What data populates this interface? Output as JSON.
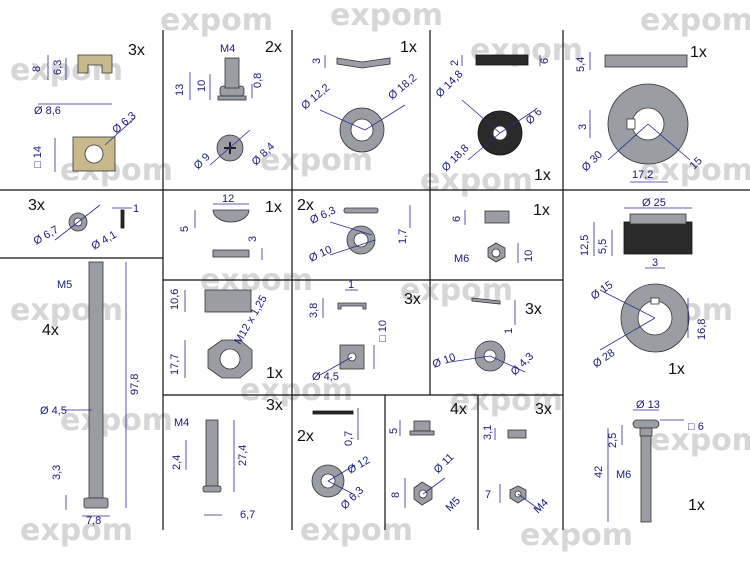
{
  "watermark": {
    "text": "expom"
  },
  "cells": [
    {
      "id": "c1",
      "qty": "3x",
      "dims": [
        "8",
        "6,3",
        "Ø 8,6",
        "Ø 6,3",
        "□ 14"
      ]
    },
    {
      "id": "c2",
      "qty": "2x",
      "dims": [
        "M4",
        "0,8",
        "13",
        "10",
        "Ø 9",
        "Ø 8,4"
      ]
    },
    {
      "id": "c3",
      "qty": "1x",
      "dims": [
        "3",
        "Ø 12,2",
        "Ø 18,2"
      ]
    },
    {
      "id": "c4",
      "qty": "1x",
      "dims": [
        "2",
        "6",
        "Ø 14,8",
        "Ø 6",
        "Ø 18,8"
      ]
    },
    {
      "id": "c5",
      "qty": "1x",
      "dims": [
        "5,4",
        "3",
        "Ø 30",
        "17,2",
        "15"
      ]
    },
    {
      "id": "c6",
      "qty": "3x",
      "dims": [
        "1",
        "Ø 6,7",
        "Ø 4,1"
      ]
    },
    {
      "id": "c7",
      "qty": "1x",
      "dims": [
        "12",
        "5",
        "3"
      ]
    },
    {
      "id": "c8",
      "qty": "2x",
      "dims": [
        "Ø 6,3",
        "1,7",
        "Ø 10"
      ]
    },
    {
      "id": "c9",
      "qty": "1x",
      "dims": [
        "6",
        "M6",
        "10"
      ]
    },
    {
      "id": "c10",
      "qty": "1x",
      "dims": [
        "Ø 25",
        "12,5",
        "5,5",
        "3",
        "Ø 15",
        "16,8",
        "Ø 28"
      ]
    },
    {
      "id": "c11",
      "qty": "4x",
      "dims": [
        "M5",
        "97,8",
        "Ø 4,5",
        "3,3",
        "7,8"
      ]
    },
    {
      "id": "c12",
      "qty": "1x",
      "dims": [
        "10,6",
        "M12 x 1,25",
        "17,7"
      ]
    },
    {
      "id": "c13",
      "qty": "3x",
      "dims": [
        "3,8",
        "1",
        "□ 10",
        "Ø 4,5"
      ]
    },
    {
      "id": "c14",
      "qty": "3x",
      "dims": [
        "1",
        "Ø 10",
        "Ø 4,3"
      ]
    },
    {
      "id": "c15",
      "qty": "3x",
      "dims": [
        "M4",
        "2,4",
        "27,4",
        "6,7"
      ]
    },
    {
      "id": "c16",
      "qty": "2x",
      "dims": [
        "0,7",
        "Ø 12",
        "Ø 6,3"
      ]
    },
    {
      "id": "c17",
      "qty": "4x",
      "dims": [
        "5",
        "Ø 11",
        "8",
        "M5"
      ]
    },
    {
      "id": "c18",
      "qty": "3x",
      "dims": [
        "3,1",
        "7",
        "M4"
      ]
    },
    {
      "id": "c19",
      "qty": "1x",
      "dims": [
        "Ø 13",
        "□ 6",
        "2,5",
        "42",
        "M6"
      ]
    }
  ]
}
